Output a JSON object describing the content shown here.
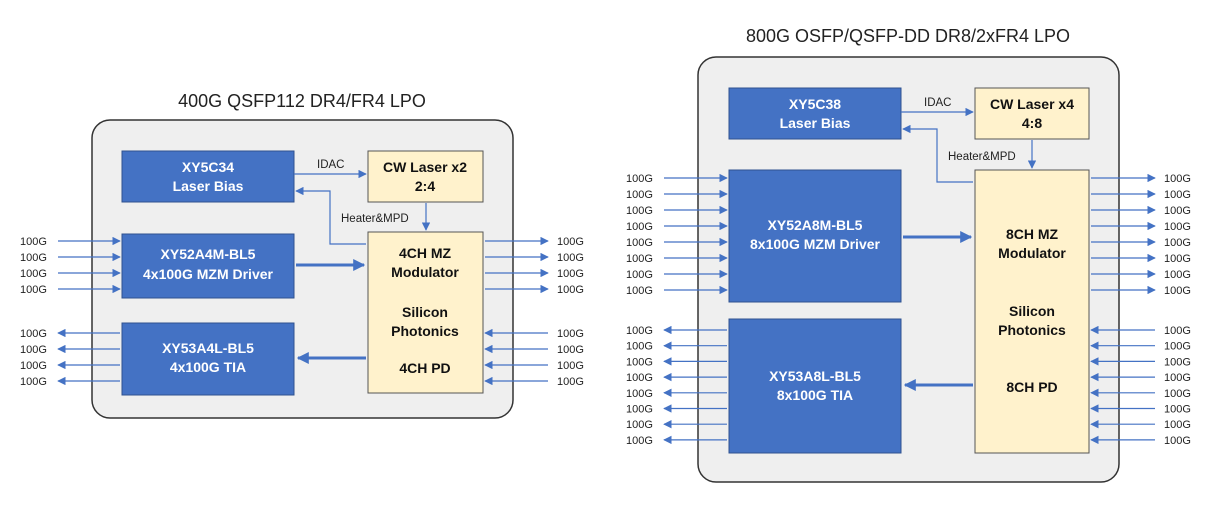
{
  "colors": {
    "chip_blue": "#4472c4",
    "photonics_yellow": "#fff2cc",
    "module_gray": "#efefef",
    "arrow_blue": "#4472c4"
  },
  "left": {
    "title": "400G QSFP112 DR4/FR4 LPO",
    "laser_bias": {
      "name": "XY5C34",
      "desc": "Laser Bias"
    },
    "cw_laser": {
      "line1": "CW Laser x2",
      "line2": "2:4"
    },
    "idac_label": "IDAC",
    "heater_label": "Heater&MPD",
    "driver": {
      "name": "XY52A4M-BL5",
      "desc": "4x100G MZM Driver"
    },
    "tia": {
      "name": "XY53A4L-BL5",
      "desc": "4x100G TIA"
    },
    "photonics": {
      "modulator_1": "4CH MZ",
      "modulator_2": "Modulator",
      "sip_1": "Silicon",
      "sip_2": "Photonics",
      "pd": "4CH PD"
    },
    "tx_in": [
      "100G",
      "100G",
      "100G",
      "100G"
    ],
    "tx_out": [
      "100G",
      "100G",
      "100G",
      "100G"
    ],
    "rx_in": [
      "100G",
      "100G",
      "100G",
      "100G"
    ],
    "rx_out": [
      "100G",
      "100G",
      "100G",
      "100G"
    ]
  },
  "right": {
    "title": "800G OSFP/QSFP-DD DR8/2xFR4 LPO",
    "laser_bias": {
      "name": "XY5C38",
      "desc": "Laser Bias"
    },
    "cw_laser": {
      "line1": "CW Laser x4",
      "line2": "4:8"
    },
    "idac_label": "IDAC",
    "heater_label": "Heater&MPD",
    "driver": {
      "name": "XY52A8M-BL5",
      "desc": "8x100G MZM Driver"
    },
    "tia": {
      "name": "XY53A8L-BL5",
      "desc": "8x100G TIA"
    },
    "photonics": {
      "modulator_1": "8CH MZ",
      "modulator_2": "Modulator",
      "sip_1": "Silicon",
      "sip_2": "Photonics",
      "pd": "8CH PD"
    },
    "tx_in": [
      "100G",
      "100G",
      "100G",
      "100G",
      "100G",
      "100G",
      "100G",
      "100G"
    ],
    "tx_out": [
      "100G",
      "100G",
      "100G",
      "100G",
      "100G",
      "100G",
      "100G",
      "100G"
    ],
    "rx_in": [
      "100G",
      "100G",
      "100G",
      "100G",
      "100G",
      "100G",
      "100G",
      "100G"
    ],
    "rx_out": [
      "100G",
      "100G",
      "100G",
      "100G",
      "100G",
      "100G",
      "100G",
      "100G"
    ]
  }
}
